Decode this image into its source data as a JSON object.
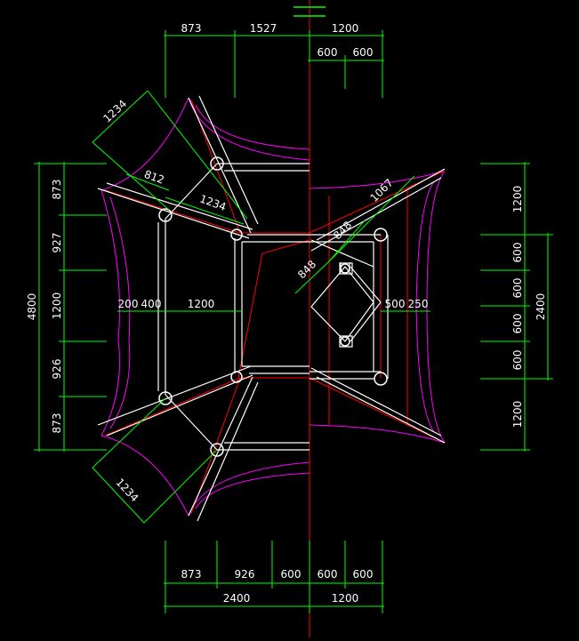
{
  "colors": {
    "background": "#000000",
    "dimension": "#00ff00",
    "structure": "#ffffff",
    "axis": "#ff0000",
    "roof_curve": "#ff00ff",
    "text": "#ffffff"
  },
  "dimensions": {
    "top_row1": [
      "873",
      "1527",
      "1200"
    ],
    "top_row2": [
      "600",
      "600"
    ],
    "left_total": "4800",
    "left_parts": [
      "873",
      "927",
      "1200",
      "926",
      "873"
    ],
    "right_parts": [
      "1200",
      "600",
      "600",
      "600",
      "600",
      "1200"
    ],
    "right_total": "2400",
    "bottom_row1": [
      "873",
      "926",
      "600",
      "600",
      "600"
    ],
    "bottom_row2": [
      "2400",
      "1200"
    ],
    "mid_left": [
      "200",
      "400",
      "1200"
    ],
    "mid_right": [
      "500",
      "250"
    ],
    "diag_top_left": "1234",
    "diag_812": "812",
    "diag_inner": "1234",
    "diag_bottom_left": "1234",
    "diag_1067": "1067",
    "diag_848a": "848",
    "diag_848b": "848"
  }
}
